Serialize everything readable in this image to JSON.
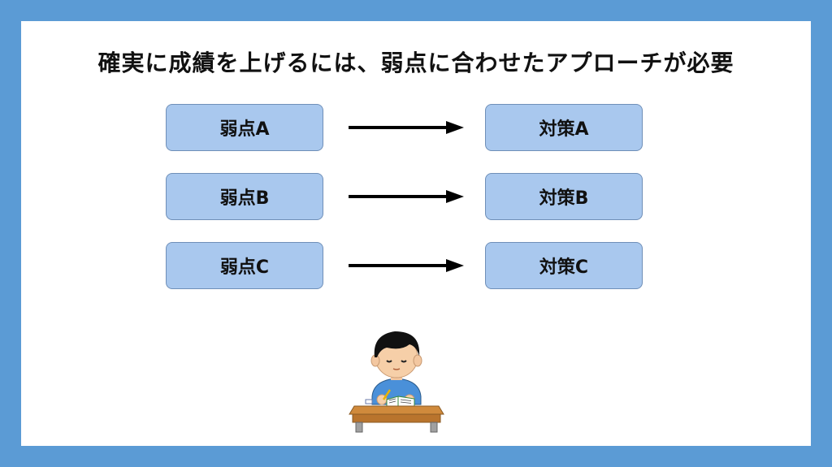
{
  "title": "確実に成績を上げるには、弱点に合わせたアプローチが必要",
  "weaknesses": [
    "弱点A",
    "弱点B",
    "弱点C"
  ],
  "countermeasures": [
    "対策A",
    "対策B",
    "対策C"
  ],
  "colors": {
    "frame": "#5b9bd5",
    "box_fill": "#a9c8ee",
    "box_border": "#6f8fb8",
    "arrow": "#000000"
  }
}
